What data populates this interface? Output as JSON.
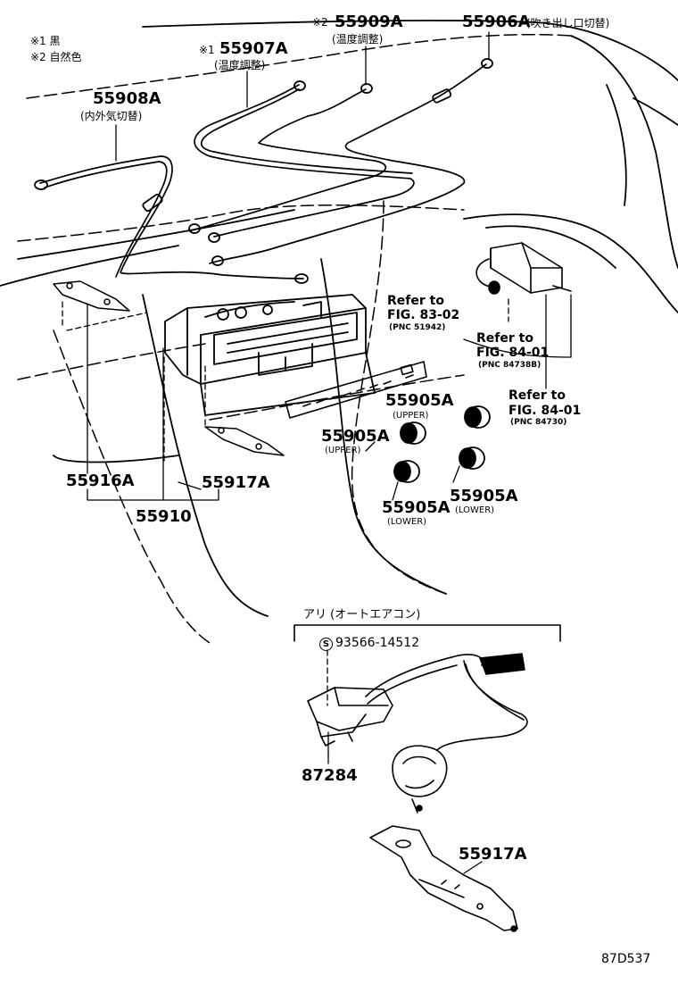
{
  "legend": {
    "note1": "※1 黒",
    "note2": "※2 自然色"
  },
  "parts": {
    "p55908A": {
      "number": "55908A",
      "desc": "(内外気切替)"
    },
    "p55907A": {
      "mark": "※1",
      "number": "55907A",
      "desc": "(温度調整)"
    },
    "p55909A": {
      "mark": "※2",
      "number": "55909A",
      "desc": "(温度調整)"
    },
    "p55906A": {
      "number": "55906A",
      "desc": "(吹き出し口切替)"
    },
    "p55916A": {
      "number": "55916A"
    },
    "p55917A_top": {
      "number": "55917A"
    },
    "p55910": {
      "number": "55910"
    },
    "knob_upper_right": {
      "number": "55905A",
      "desc": "(UPPER)"
    },
    "knob_upper_left": {
      "number": "55905A",
      "desc": "(UPPER)"
    },
    "knob_lower_left": {
      "number": "55905A",
      "desc": "(LOWER)"
    },
    "knob_lower_right": {
      "number": "55905A",
      "desc": "(LOWER)"
    },
    "p87284": {
      "number": "87284"
    },
    "p55917A_bottom": {
      "number": "55917A"
    },
    "screw": {
      "mark": "S",
      "number": "93566-14512"
    }
  },
  "refs": {
    "ref1": {
      "line1": "Refer to",
      "line2": "FIG. 83-02",
      "pnc": "(PNC 51942)"
    },
    "ref2": {
      "line1": "Refer to",
      "line2": "FIG. 84-01",
      "pnc": "(PNC 84738B)"
    },
    "ref3": {
      "line1": "Refer to",
      "line2": "FIG. 84-01",
      "pnc": "(PNC 84730)"
    }
  },
  "auto_ac_group": {
    "label": "アリ (オートエアコン)"
  },
  "diagram_code": "87D537"
}
